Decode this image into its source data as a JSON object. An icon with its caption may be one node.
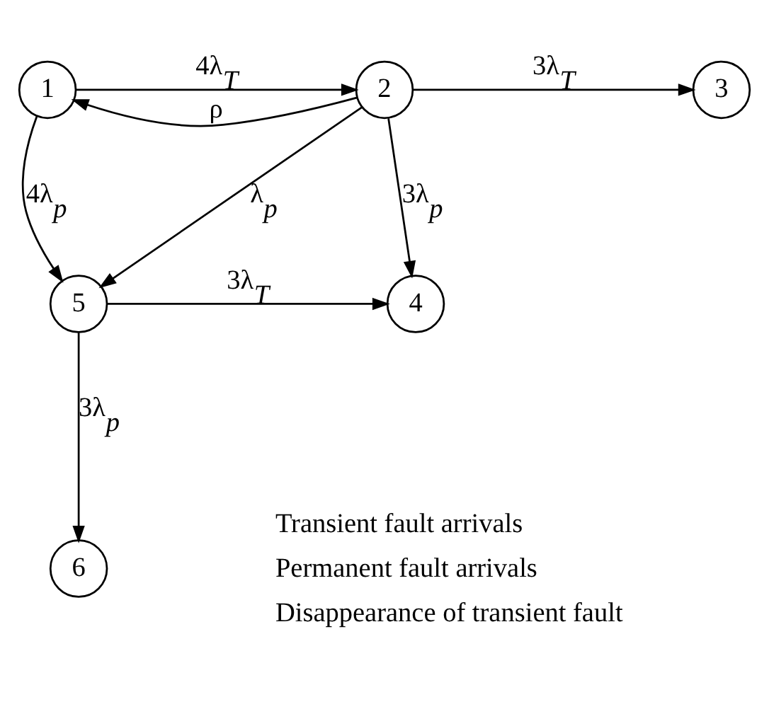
{
  "diagram": {
    "nodes": [
      {
        "text": [
          "1"
        ]
      },
      {
        "text": [
          "2"
        ]
      },
      {
        "text": [
          "3"
        ]
      },
      {
        "text": [
          "5"
        ]
      },
      {
        "text": [
          "4"
        ]
      },
      {
        "text": [
          "6"
        ]
      }
    ],
    "edges": [
      {
        "from": 0,
        "to": 1,
        "arrow": "to",
        "label": "4λ$_{T}$"
      },
      {
        "from": 1,
        "to": 0,
        "arrow": "to",
        "label": "ρ"
      },
      {
        "from": 1,
        "to": 2,
        "arrow": "to",
        "label": "3λ$_{T}$"
      },
      {
        "from": 0,
        "to": 3,
        "arrow": "to",
        "label": "4λ$_{p}$"
      },
      {
        "from": 1,
        "to": 3,
        "arrow": "to",
        "label": "λ$_{p}$"
      },
      {
        "from": 1,
        "to": 4,
        "arrow": "to",
        "label": "3λ$_{p}$"
      },
      {
        "from": 3,
        "to": 4,
        "arrow": "to",
        "label": "3λ$_{T}$"
      },
      {
        "from": 3,
        "to": 5,
        "arrow": "to",
        "label": "3λ$_{p}$"
      }
    ],
    "legend": [
      {
        "text": "Transient fault arrivals"
      },
      {
        "text": "Permanent fault arrivals"
      },
      {
        "text": "Disappearance of transient fault"
      }
    ]
  }
}
